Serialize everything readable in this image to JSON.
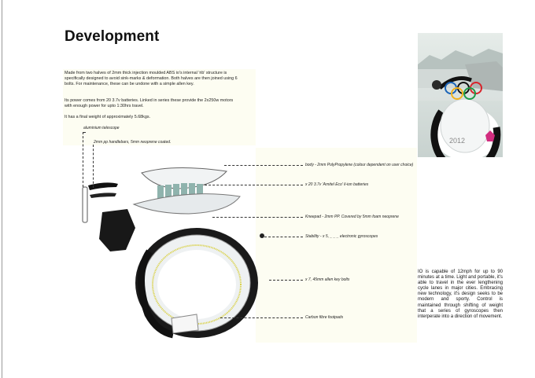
{
  "page": {
    "title": "Development",
    "intro_paragraphs": [
      "Made from two halves of 2mm thick injection moulded ABS io's internal 'rib' structure is specifically designed to avoid sink-marks & deformation. Both halves are then joined using 6 bolts. For maintenance, these can be undone with a simple allen key.",
      "Its power comes from 20 3.7v batteries. Linked in series these provide the 2x250w motors with enough power for upto 1:30hrs travel.",
      "It has a final weight of approximately 5.68kgs."
    ]
  },
  "callouts": {
    "telescope": "aluminium telescope",
    "handlebars": "2mm pp handlebars, 5mm neoprene coated.",
    "body": "body - 2mm PolyPropylene (colour dependent on user choice)",
    "batteries": "x 20 3.7v 'Arnitel Eco' li-ion batteries",
    "kneepad": "Kneepad - 2mm PP. Covered by 5mm foam neoprene",
    "stability": "Stability - x 5, _ _ _ electronic gyroscopes",
    "bolts": "x 7, 45mm allen key bolts",
    "footpads": "Carbon fibre footpads"
  },
  "side_text": "IO is capable of 12mph for up to 90 minutes at a time. Light and portable, it's able to travel in the ever lengthening cycle lanes in major cities. Embracing new technology, it's design seeks to be modern and sporty. Control is maintained through shifting of weight that a series of gyroscopes then interperate into a direction of movement.",
  "photo": {
    "badge_text": "2012"
  },
  "colors": {
    "panel": "#fdfdf2",
    "tire": "#1a1a1a",
    "rim_accent": "#d8cf3a",
    "body_shell": "#e8ecef",
    "battery": "#8fb3ad"
  }
}
